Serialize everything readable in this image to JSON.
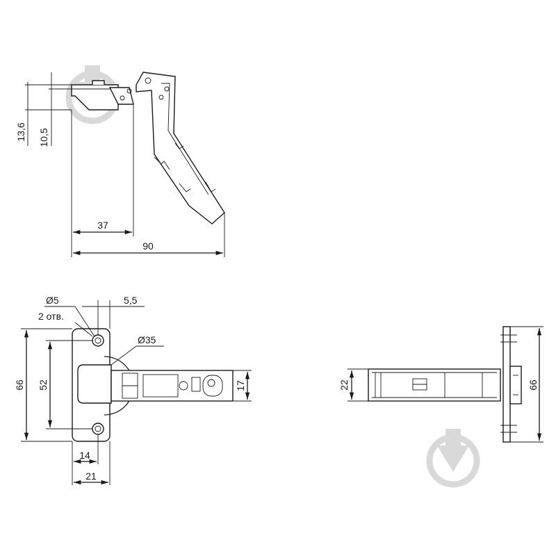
{
  "dimensions": {
    "side_view": {
      "total_height": "13,6",
      "cup_depth": "10,5",
      "cup_offset": "37",
      "total_length": "90"
    },
    "front_view": {
      "hole_diameter": "Ø5",
      "hole_count": "2 отв.",
      "hole_edge_offset": "5,5",
      "cup_diameter": "Ø35",
      "plate_height": "66",
      "hole_spacing": "52",
      "arm_width": "17",
      "cup_edge_distance": "14",
      "plate_width": "21"
    },
    "top_view": {
      "arm_height": "22",
      "plate_height": "66"
    }
  }
}
